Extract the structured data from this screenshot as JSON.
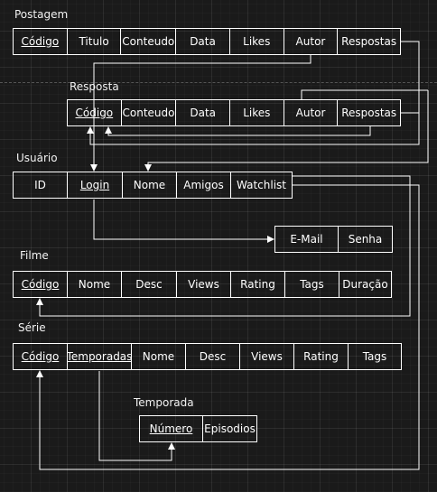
{
  "postagem": {
    "title": "Postagem",
    "fields": [
      "Código",
      "Titulo",
      "Conteudo",
      "Data",
      "Likes",
      "Autor",
      "Respostas"
    ]
  },
  "resposta": {
    "title": "Resposta",
    "fields": [
      "Código",
      "Conteudo",
      "Data",
      "Likes",
      "Autor",
      "Respostas"
    ]
  },
  "usuario": {
    "title": "Usuário",
    "fields": [
      "ID",
      "Login",
      "Nome",
      "Amigos",
      "Watchlist"
    ],
    "contact_fields": [
      "E-Mail",
      "Senha"
    ]
  },
  "filme": {
    "title": "Filme",
    "fields": [
      "Código",
      "Nome",
      "Desc",
      "Views",
      "Rating",
      "Tags",
      "Duração"
    ]
  },
  "serie": {
    "title": "Série",
    "fields": [
      "Código",
      "Temporadas",
      "Nome",
      "Desc",
      "Views",
      "Rating",
      "Tags"
    ]
  },
  "temporada": {
    "title": "Temporada",
    "fields": [
      "Número",
      "Episodios"
    ]
  },
  "colors": {
    "background": "#1a1a1a",
    "line": "#ffffff"
  }
}
